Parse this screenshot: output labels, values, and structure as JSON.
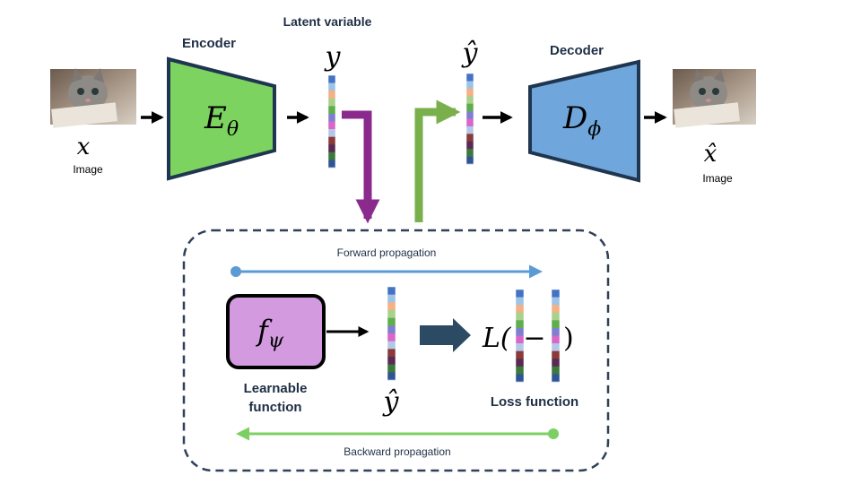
{
  "labels": {
    "encoder": "Encoder",
    "decoder": "Decoder",
    "latent_variable": "Latent variable",
    "image_in": "Image",
    "image_out": "Image",
    "forward": "Forward propagation",
    "backward": "Backward  propagation",
    "learnable_1": "Learnable",
    "learnable_2": "function",
    "loss": "Loss function"
  },
  "math": {
    "x": "x",
    "x_hat": "x̂",
    "y": "y",
    "y_hat": "ŷ",
    "enc_E": "E",
    "enc_sub": "θ",
    "dec_D": "D",
    "dec_sub": "ϕ",
    "f": "f",
    "f_sub": "ψ",
    "loss_L": "L(",
    "loss_minus": "−",
    "loss_close": ")"
  },
  "colors": {
    "encoder_fill": "#7dd35f",
    "decoder_fill": "#6fa7dc",
    "box_stroke": "#1f3550",
    "learnable_fill": "#d39adf",
    "purple_arrow": "#8a2a8d",
    "green_arrow": "#7ab04c",
    "forward_line": "#5b9bd5",
    "backward_line": "#7ccf63",
    "dashed_border": "#2f4059",
    "big_arrow": "#2c4a63"
  },
  "latent_stripe_colors": [
    "#4472c4",
    "#9dc3e6",
    "#f4b183",
    "#a9d18e",
    "#5fae4c",
    "#7f7fcf",
    "#d966c9",
    "#b4c7e7",
    "#8b3a3a",
    "#5a2a55",
    "#3b7a3b",
    "#2f5597"
  ]
}
